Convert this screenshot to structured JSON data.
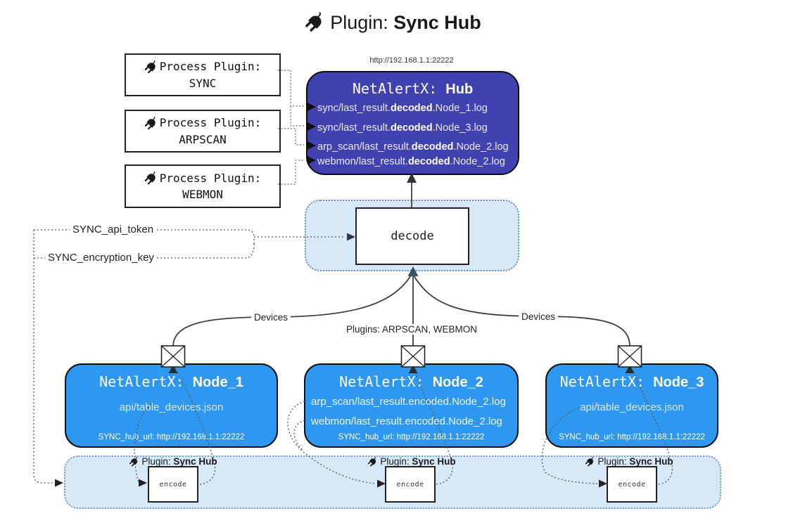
{
  "title": {
    "prefix": "Plugin: ",
    "bold": "Sync Hub"
  },
  "process_plugins": [
    {
      "label": "Process Plugin:",
      "name": "SYNC"
    },
    {
      "label": "Process Plugin:",
      "name": "ARPSCAN"
    },
    {
      "label": "Process Plugin:",
      "name": "WEBMON"
    }
  ],
  "hub": {
    "url": "http://192.168.1.1:22222",
    "name": "NetAlertX: ",
    "bold": "Hub",
    "rows": [
      {
        "pre": "sync/last_result.",
        "bold": "decoded",
        "post": ".Node_1.log"
      },
      {
        "pre": "sync/last_result.",
        "bold": "decoded",
        "post": ".Node_3.log"
      },
      {
        "pre": "arp_scan/last_result.",
        "bold": "decoded",
        "post": ".Node_2.log"
      },
      {
        "pre": "webmon/last_result.",
        "bold": "decoded",
        "post": ".Node_2.log"
      }
    ]
  },
  "decode": {
    "label": "decode"
  },
  "keys": {
    "api_token": "SYNC_api_token",
    "encryption_key": "SYNC_encryption_key"
  },
  "edge_labels": {
    "devices_left": "Devices",
    "devices_right": "Devices",
    "plugins_mid": "Plugins: ARPSCAN, WEBMON"
  },
  "nodes": [
    {
      "name": "NetAlertX: ",
      "bold": "Node_1",
      "rows": [
        "api/table_devices.json"
      ],
      "footer": "SYNC_hub_url: http://192.168.1.1:22222"
    },
    {
      "name": "NetAlertX: ",
      "bold": "Node_2",
      "rows": [
        "arp_scan/last_result.encoded.Node_2.log",
        "webmon/last_result.encoded.Node_2.log"
      ],
      "footer": "SYNC_hub_url: http://192.168.1.1:22222"
    },
    {
      "name": "NetAlertX: ",
      "bold": "Node_3",
      "rows": [
        "api/table_devices.json"
      ],
      "footer": "SYNC_hub_url: http://192.168.1.1:22222"
    }
  ],
  "encoders": [
    {
      "prefix": "Plugin: ",
      "bold": "Sync Hub",
      "box": "encode"
    },
    {
      "prefix": "Plugin: ",
      "bold": "Sync Hub",
      "box": "encode"
    },
    {
      "prefix": "Plugin: ",
      "bold": "Sync Hub",
      "box": "encode"
    }
  ],
  "colors": {
    "hub_bg": "#4142b2",
    "node_bg": "#2e97ef",
    "panel_bg": "#d7e8f8",
    "arrow_accent": "#3b5166",
    "line": "#3f3f3f"
  }
}
